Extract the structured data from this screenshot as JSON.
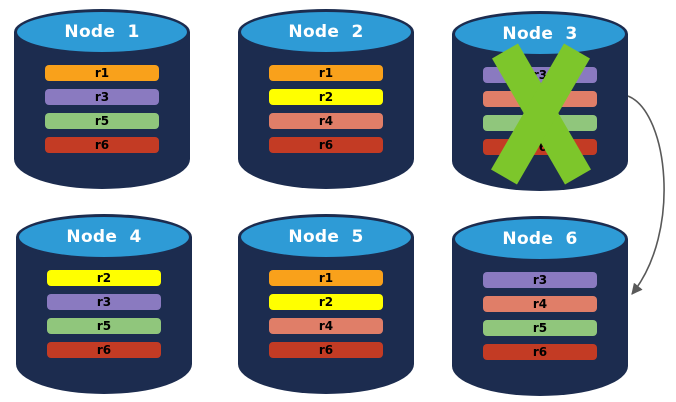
{
  "diagram": {
    "description": "Six database nodes with replica shards; failed node 3 crossed out with arrow to node 6",
    "colors": {
      "background": "#FFFFFF",
      "cylinder_body": "#1C2C4F",
      "cylinder_top": "#2E9BD6",
      "node_title_text": "#FFFFFF",
      "replica_label_text": "#000000",
      "failure_x": "#7DC62B",
      "arrow": "#595959"
    },
    "replica_colors": {
      "r1": "#F9A11B",
      "r2": "#FFFF00",
      "r3": "#8A7AC0",
      "r4": "#E07E68",
      "r5": "#90C67C",
      "r6": "#C33B24"
    },
    "nodes": [
      {
        "id": "node-1",
        "label": "Node 1",
        "failed": false,
        "replicas": [
          "r1",
          "r3",
          "r5",
          "r6"
        ]
      },
      {
        "id": "node-2",
        "label": "Node 2",
        "failed": false,
        "replicas": [
          "r1",
          "r2",
          "r4",
          "r6"
        ]
      },
      {
        "id": "node-3",
        "label": "Node 3",
        "failed": true,
        "replicas": [
          "r3",
          "r4",
          "r5",
          "r6"
        ]
      },
      {
        "id": "node-4",
        "label": "Node 4",
        "failed": false,
        "replicas": [
          "r2",
          "r3",
          "r5",
          "r6"
        ]
      },
      {
        "id": "node-5",
        "label": "Node 5",
        "failed": false,
        "replicas": [
          "r1",
          "r2",
          "r4",
          "r6"
        ]
      },
      {
        "id": "node-6",
        "label": "Node 6",
        "failed": false,
        "replicas": [
          "r3",
          "r4",
          "r5",
          "r6"
        ]
      }
    ],
    "arrow": {
      "from": "node-3",
      "to": "node-6"
    }
  }
}
